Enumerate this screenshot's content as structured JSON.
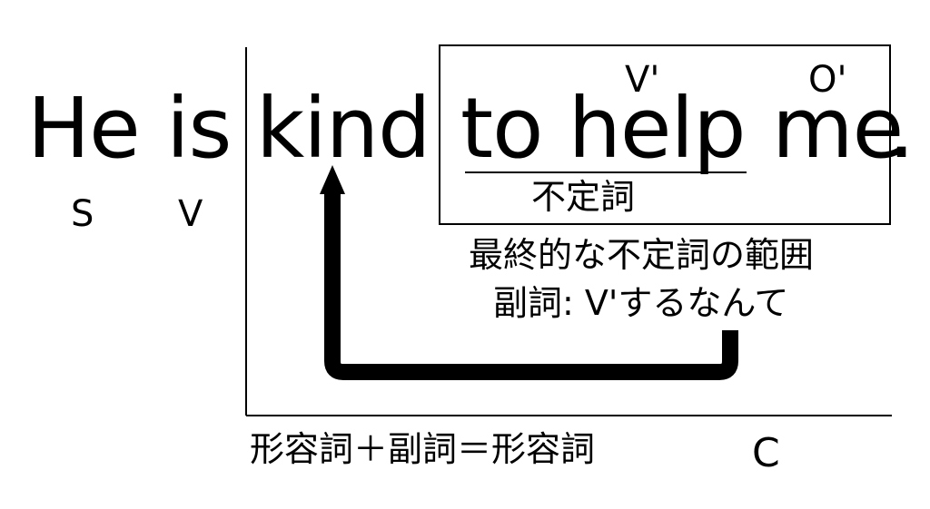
{
  "sentence": {
    "he": "He",
    "is": "is",
    "kind": "kind",
    "to_help": "to help",
    "me": "me",
    "period": "."
  },
  "roles": {
    "s": "S",
    "v": "V",
    "v_prime": "V'",
    "o_prime": "O'",
    "c": "C"
  },
  "labels": {
    "infinitive": "不定詞",
    "final_scope": "最終的な不定詞の範囲",
    "adverb_meaning": "副詞:  V'するなんて",
    "equation": "形容詞＋副詞＝形容詞"
  }
}
